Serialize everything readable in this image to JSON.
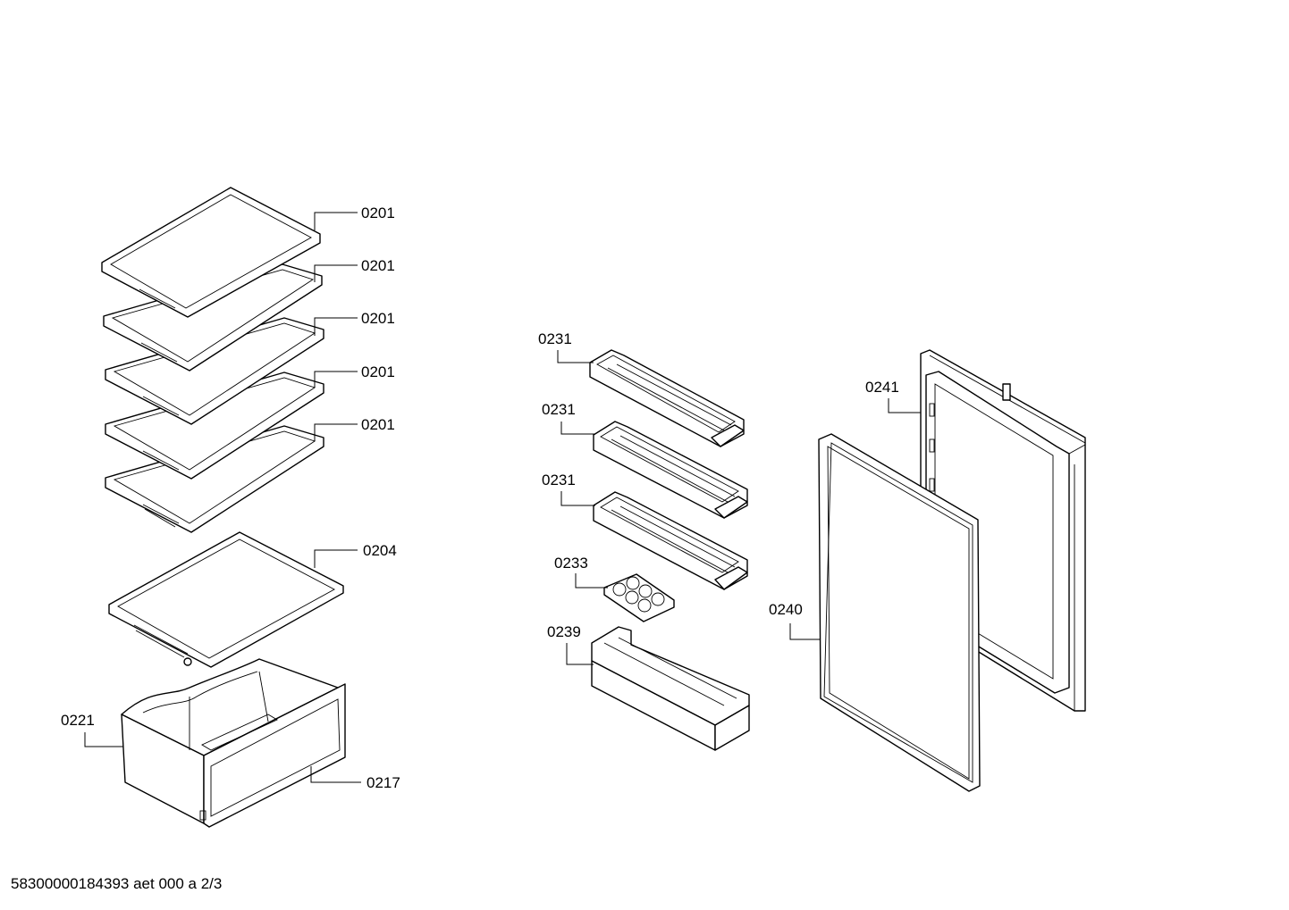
{
  "labels": {
    "shelf_1": "0201",
    "shelf_2": "0201",
    "shelf_3": "0201",
    "shelf_4": "0201",
    "shelf_5": "0201",
    "lower_shelf": "0204",
    "drawer_body": "0221",
    "drawer_front": "0217",
    "door_rack_1": "0231",
    "door_rack_2": "0231",
    "door_rack_3": "0231",
    "egg_tray": "0233",
    "bottle_rack": "0239",
    "door_gasket": "0240",
    "door_panel": "0241"
  },
  "footer": {
    "text": "58300000184393 aet 000 a 2/3"
  }
}
